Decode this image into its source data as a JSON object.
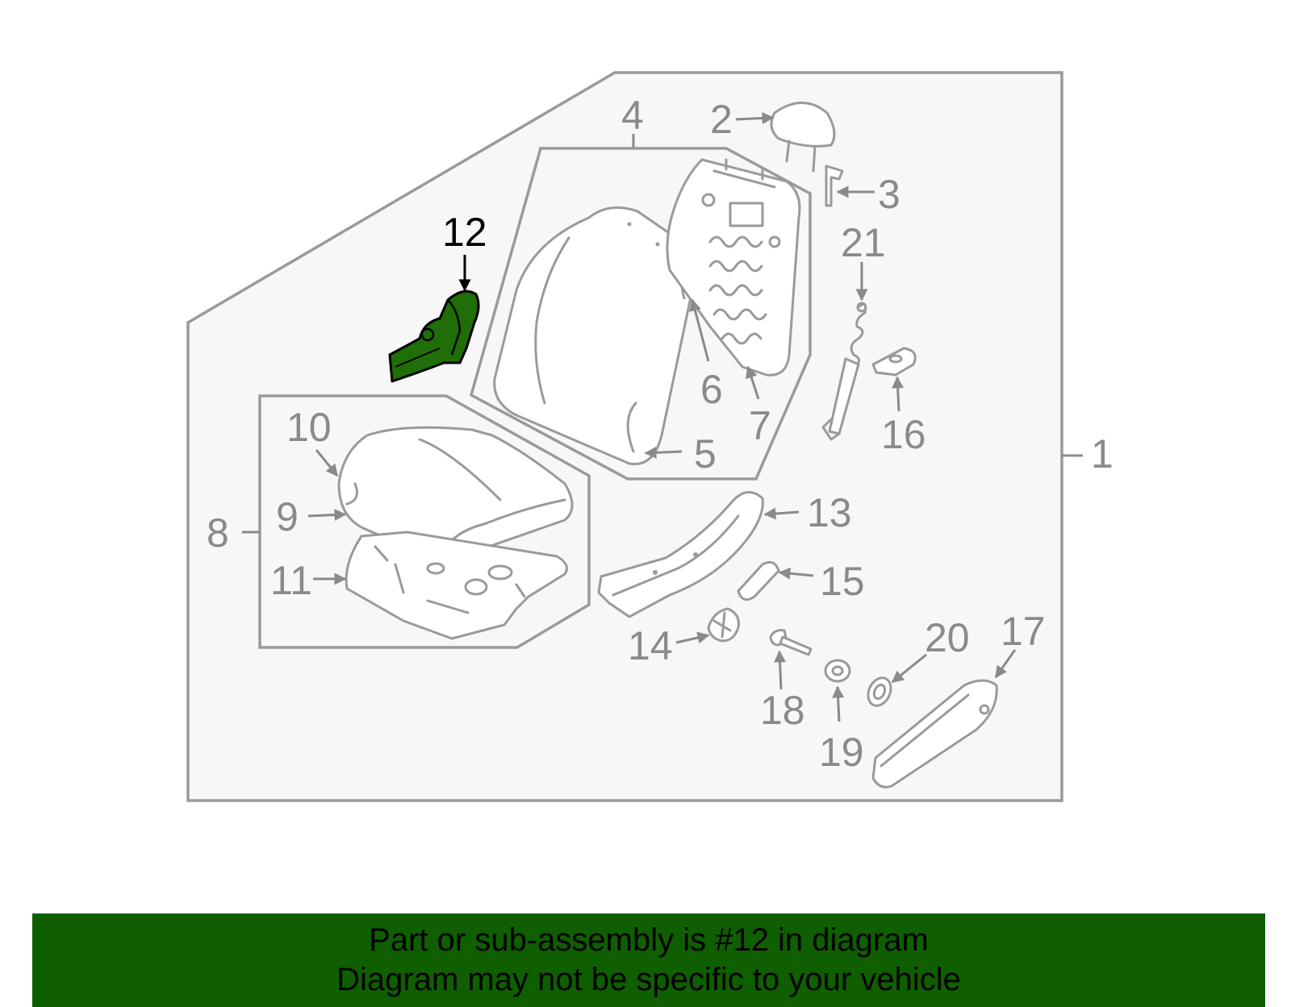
{
  "diagram": {
    "highlighted_part": "12",
    "callouts": [
      "1",
      "2",
      "3",
      "4",
      "5",
      "6",
      "7",
      "8",
      "9",
      "10",
      "11",
      "12",
      "13",
      "14",
      "15",
      "16",
      "17",
      "18",
      "19",
      "20",
      "21"
    ]
  },
  "colors": {
    "highlight": "#1f6e08",
    "banner": "#0f5e00",
    "outline": "#9a9a9a",
    "panel": "#f7f7f7"
  },
  "banner": {
    "line1": "Part or sub-assembly is #12 in diagram",
    "line2": "Diagram may not be specific to your vehicle"
  }
}
